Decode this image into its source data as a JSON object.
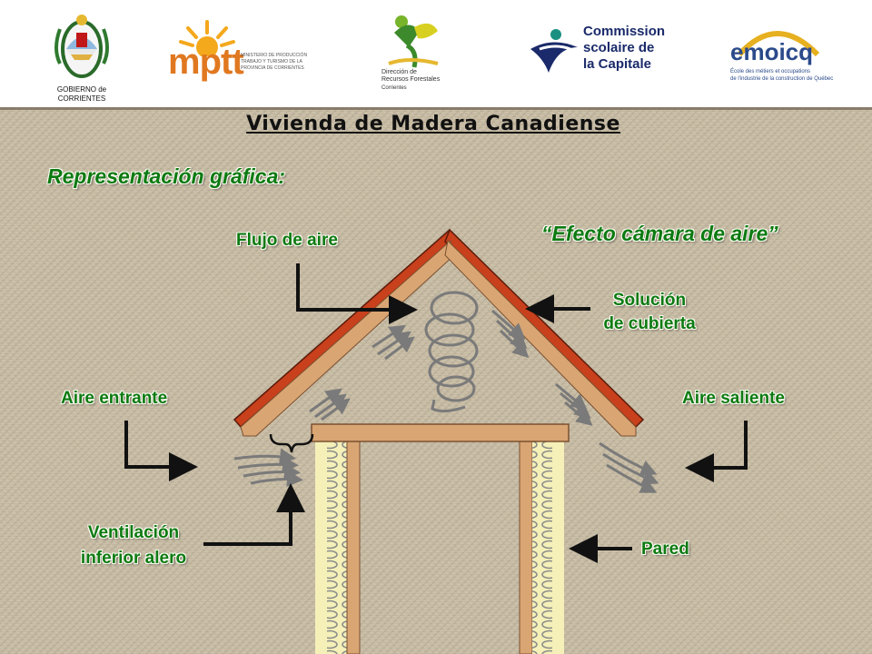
{
  "header": {
    "gov_line1": "GOBIERNO de",
    "gov_line2": "CORRIENTES",
    "mptt_brand": "mptt",
    "mptt_sub1": "MINISTERIO DE PRODUCCIÓN",
    "mptt_sub2": "TRABAJO Y TURISMO DE LA",
    "mptt_sub3": "PROVINCIA DE CORRIENTES",
    "recursos_line1": "Dirección de",
    "recursos_line2": "Recursos Forestales",
    "recursos_line3": "Corrientes",
    "csc_line1": "Commission",
    "csc_line2": "scolaire de",
    "csc_line3": "la Capitale",
    "emoicq_brand": "emoicq",
    "emoicq_sub1": "École des métiers et occupations",
    "emoicq_sub2": "de l'industrie de la construction de Québec"
  },
  "slide": {
    "title": "Vivienda de Madera Canadiense",
    "subtitle": "Representación gráfica:",
    "effect_title": "“Efecto cámara de aire”"
  },
  "labels": {
    "flujo": "Flujo de aire",
    "solucion_line1": "Solución",
    "solucion_line2": "de cubierta",
    "aire_entrante": "Aire entrante",
    "aire_saliente": "Aire saliente",
    "ventilacion_line1": "Ventilación",
    "ventilacion_line2": "inferior alero",
    "pared": "Pared"
  },
  "colors": {
    "label_green": "#0c7a12",
    "roof_red": "#c8401c",
    "wood": "#d9a573",
    "insulation": "#f4f0b8",
    "arrow_gray": "#7a7a7a"
  }
}
